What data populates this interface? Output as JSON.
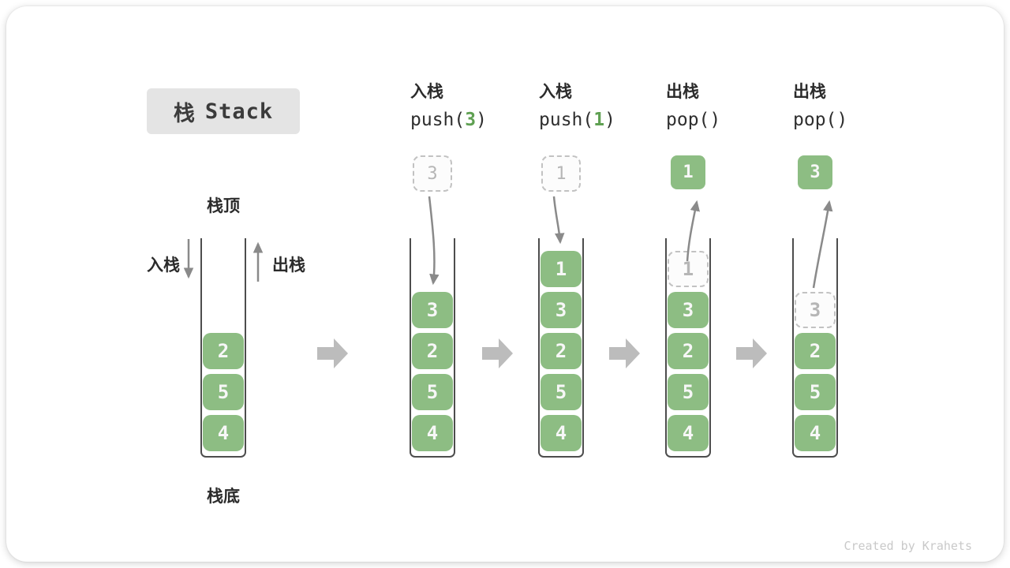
{
  "title": {
    "cn": "栈",
    "en": "Stack"
  },
  "labels": {
    "stack_top": "栈顶",
    "stack_bottom": "栈底",
    "push_side": "入栈",
    "pop_side": "出栈"
  },
  "credit": "Created by Krahets",
  "colors": {
    "block_green": "#8dbd83",
    "code_arg_green": "#5fa052",
    "ghost_border": "#c2c2c2",
    "ghost_text": "#b6b6b6",
    "thin_arrow": "#8a8a8a",
    "block_arrow": "#bcbcbc",
    "container_stroke": "#4d4d4d",
    "title_box_bg": "#e4e4e4"
  },
  "columns": [
    {
      "type": "initial",
      "stack": [
        {
          "value": "2"
        },
        {
          "value": "5"
        },
        {
          "value": "4"
        }
      ]
    },
    {
      "type": "op",
      "label": "入栈",
      "code": {
        "prefix": "push(",
        "arg": "3",
        "suffix": ")"
      },
      "top_box": {
        "value": "3",
        "ghost": true
      },
      "arrow": "in",
      "stack": [
        {
          "value": "3"
        },
        {
          "value": "2"
        },
        {
          "value": "5"
        },
        {
          "value": "4"
        }
      ]
    },
    {
      "type": "op",
      "label": "入栈",
      "code": {
        "prefix": "push(",
        "arg": "1",
        "suffix": ")"
      },
      "top_box": {
        "value": "1",
        "ghost": true
      },
      "arrow": "in",
      "stack": [
        {
          "value": "1"
        },
        {
          "value": "3"
        },
        {
          "value": "2"
        },
        {
          "value": "5"
        },
        {
          "value": "4"
        }
      ]
    },
    {
      "type": "op",
      "label": "出栈",
      "code": {
        "prefix": "pop(",
        "arg": "",
        "suffix": ")"
      },
      "top_box": {
        "value": "1",
        "ghost": false
      },
      "arrow": "out",
      "stack": [
        {
          "value": "1",
          "ghost": true
        },
        {
          "value": "3"
        },
        {
          "value": "2"
        },
        {
          "value": "5"
        },
        {
          "value": "4"
        }
      ]
    },
    {
      "type": "op",
      "label": "出栈",
      "code": {
        "prefix": "pop(",
        "arg": "",
        "suffix": ")"
      },
      "top_box": {
        "value": "3",
        "ghost": false
      },
      "arrow": "out",
      "stack": [
        {
          "value": "3",
          "ghost": true
        },
        {
          "value": "2"
        },
        {
          "value": "5"
        },
        {
          "value": "4"
        }
      ]
    }
  ]
}
